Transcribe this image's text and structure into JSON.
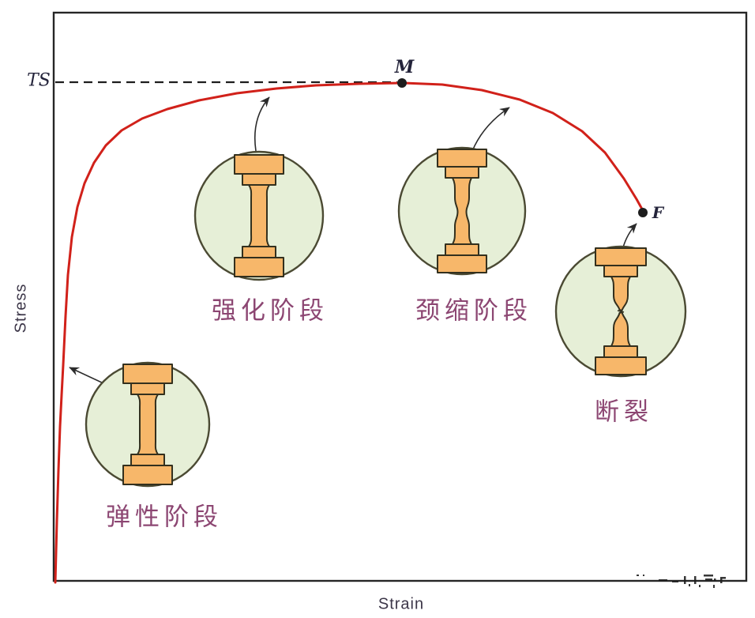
{
  "figure": {
    "y_axis_label": "Stress",
    "x_axis_label": "Strain",
    "ts_label": "TS",
    "peak_point_label": "M",
    "fracture_point_label": "F",
    "stages": {
      "elastic": "弹性阶段",
      "strengthening": "强化阶段",
      "necking": "颈缩阶段",
      "fracture": "断裂"
    },
    "colors": {
      "curve": "#d1211a",
      "circle_fill": "#e6efd7",
      "circle_stroke": "#4b4a33",
      "specimen_fill": "#f7b76a",
      "specimen_stroke": "#33301e",
      "stage_label": "#8c4672",
      "axis": "#262626"
    },
    "curve_points": [
      [
        70,
        737
      ],
      [
        72,
        660
      ],
      [
        74,
        595
      ],
      [
        76,
        540
      ],
      [
        78,
        500
      ],
      [
        80,
        462
      ],
      [
        83,
        400
      ],
      [
        86,
        348
      ],
      [
        91,
        300
      ],
      [
        98,
        262
      ],
      [
        107,
        232
      ],
      [
        119,
        206
      ],
      [
        134,
        184
      ],
      [
        154,
        165
      ],
      [
        180,
        150
      ],
      [
        212,
        138
      ],
      [
        252,
        127
      ],
      [
        300,
        118
      ],
      [
        350,
        112
      ],
      [
        400,
        108
      ],
      [
        455,
        106
      ],
      [
        511,
        105
      ],
      [
        560,
        107
      ],
      [
        610,
        114
      ],
      [
        658,
        126
      ],
      [
        700,
        143
      ],
      [
        737,
        166
      ],
      [
        766,
        193
      ],
      [
        790,
        226
      ],
      [
        806,
        252
      ],
      [
        816,
        270
      ]
    ]
  }
}
